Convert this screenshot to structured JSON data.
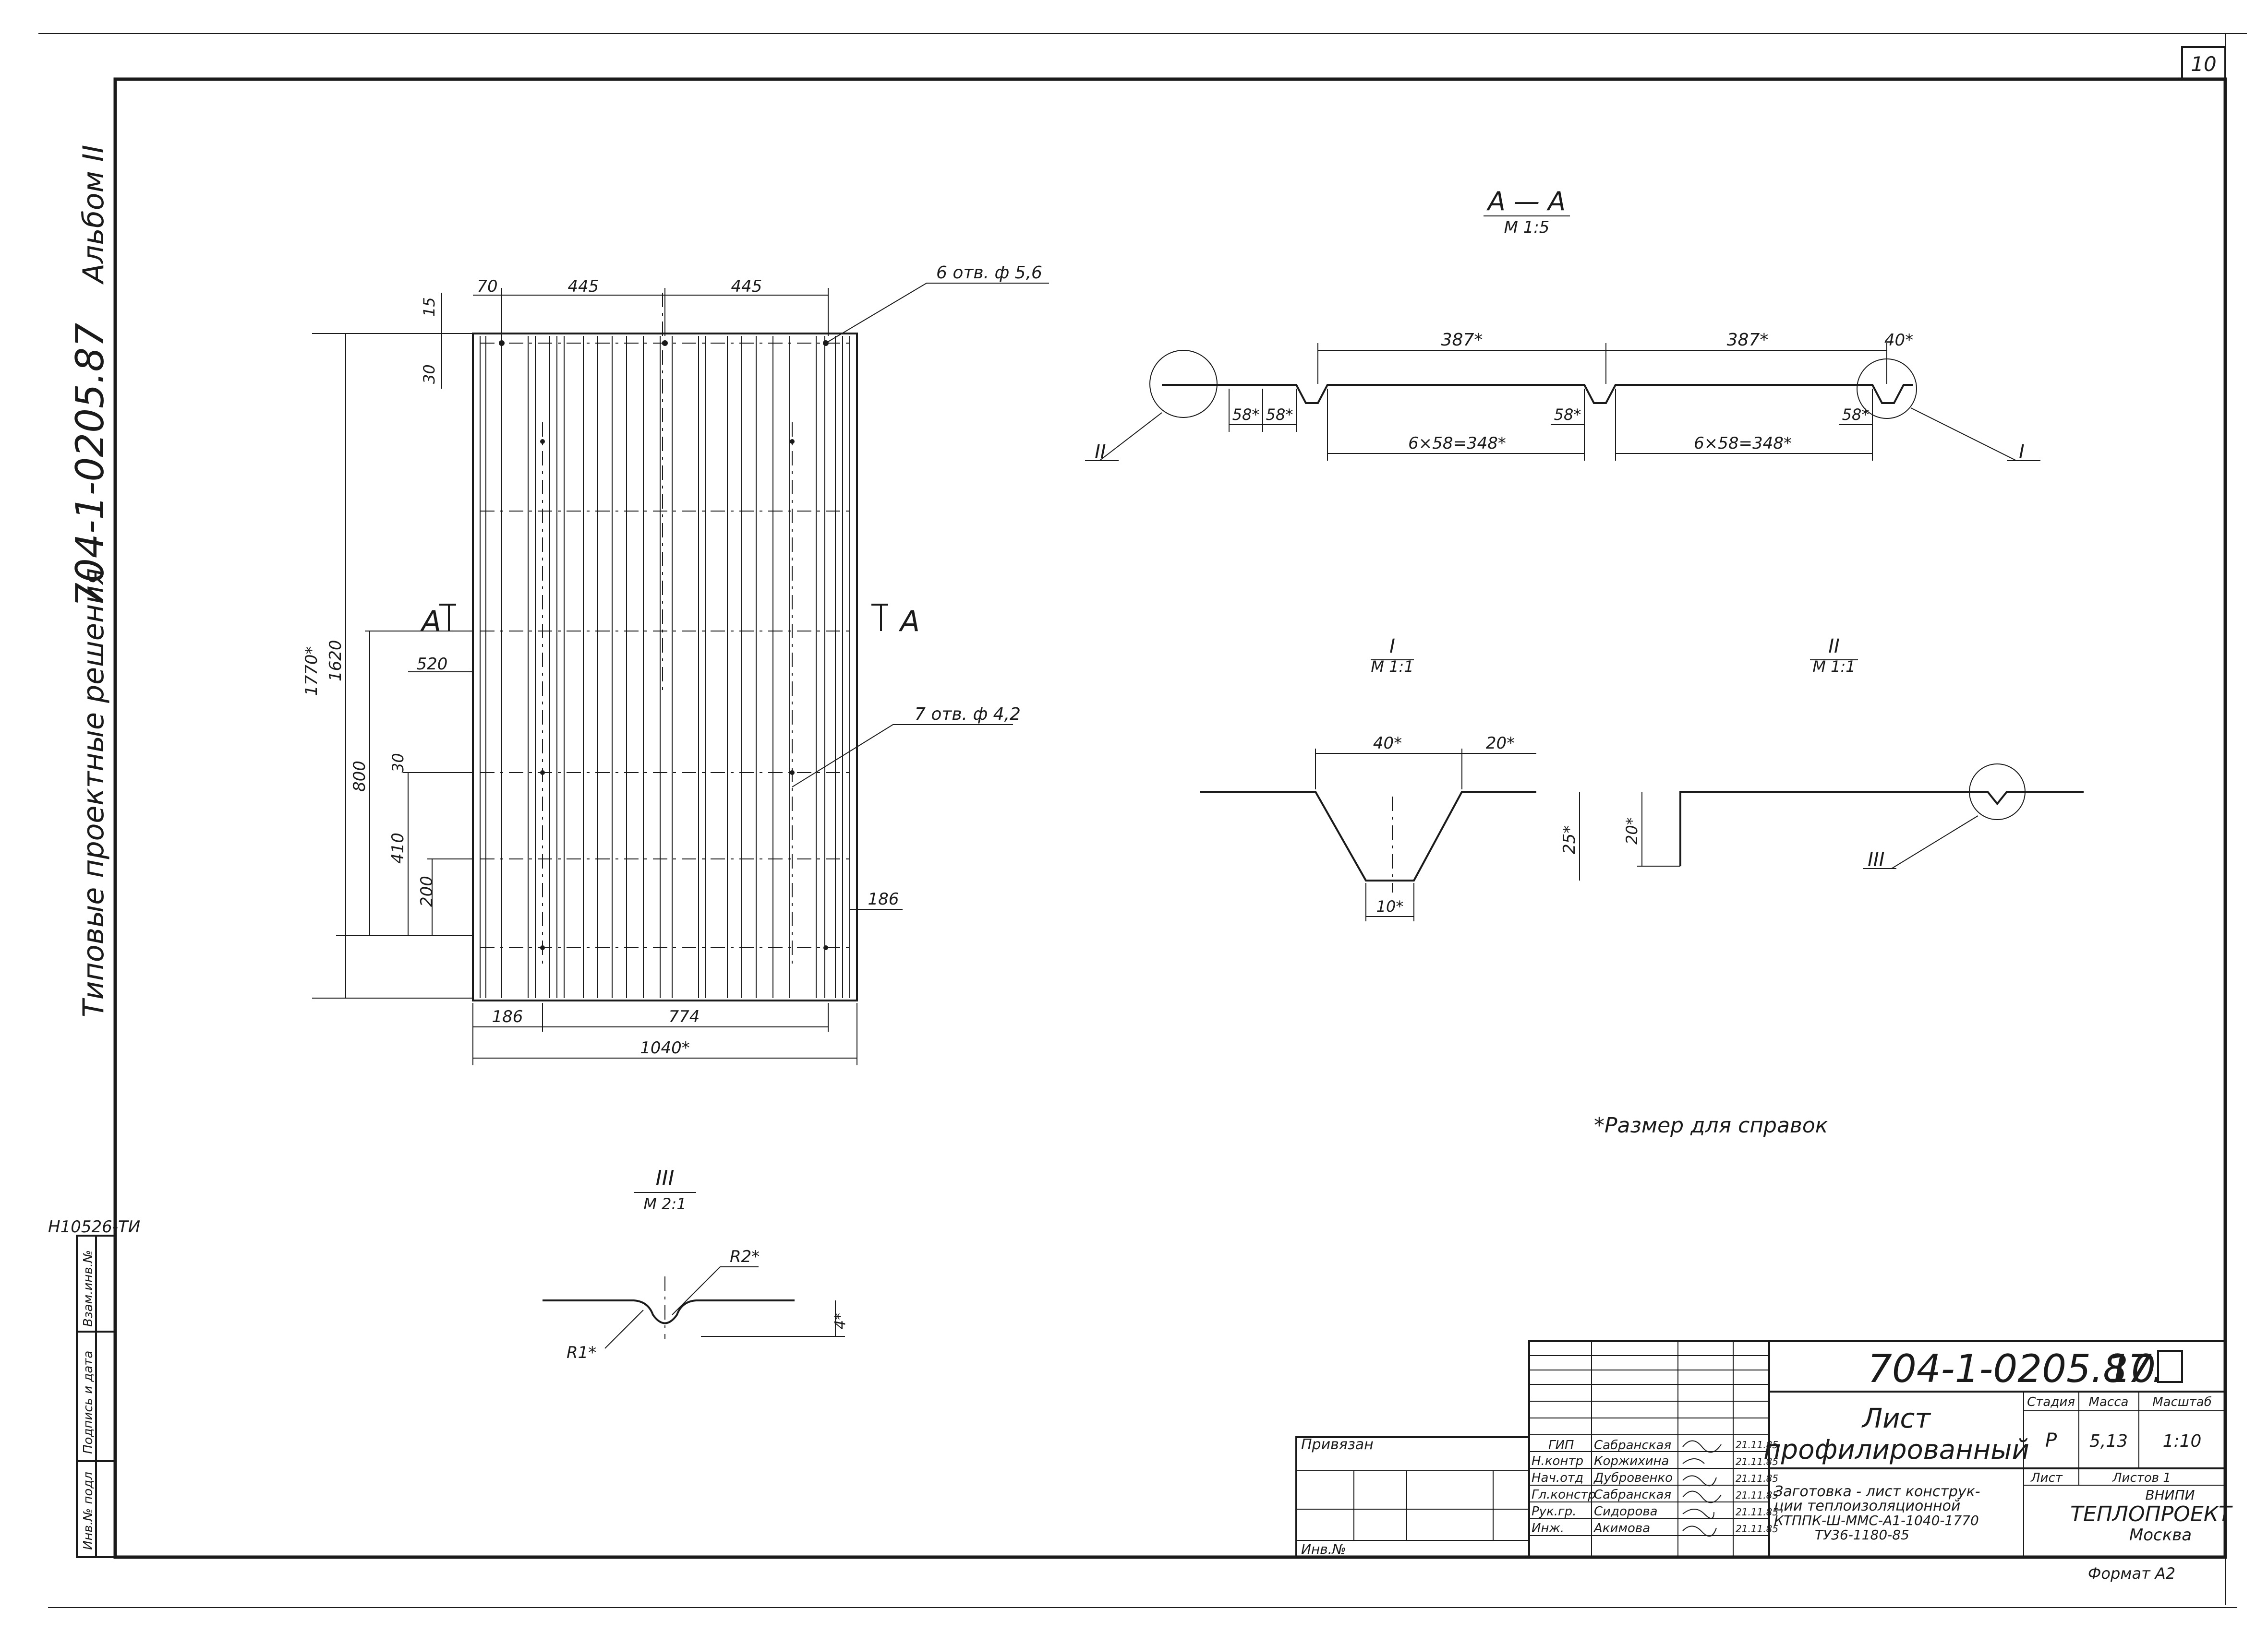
{
  "sheet": {
    "page_number": "10",
    "side_title": "Типовые проектные решения",
    "side_code": "704-1-0205.87",
    "side_album": "Альбом II",
    "archive_no": "H10526-ТИ",
    "side_boxes": [
      "Инв.№ подл",
      "Подпись и дата",
      "Взам.инв.№"
    ],
    "format": "Формат А2"
  },
  "plan": {
    "top_dims": [
      "70",
      "445",
      "445"
    ],
    "top_left_dims": [
      "15",
      "30"
    ],
    "holes_top": "6 отв. ф 5,6",
    "holes_mid": "7 отв. ф 4,2",
    "left_dims": [
      "1770*",
      "1620",
      "800",
      "520",
      "30",
      "410",
      "200"
    ],
    "right_dim": "186",
    "bottom_dims": [
      "186",
      "774",
      "1040*"
    ],
    "section_mark_left": "А",
    "section_mark_right": "А"
  },
  "section_aa": {
    "title": "А — А",
    "scale": "М 1:5",
    "dims_top": [
      "387*",
      "387*",
      "40*"
    ],
    "dims_small": [
      "58*",
      "58*",
      "58*",
      "58*"
    ],
    "dims_bottom": [
      "6×58=348*",
      "6×58=348*"
    ],
    "callout_left": "II",
    "callout_right": "I"
  },
  "detail_1": {
    "title": "I",
    "scale": "М 1:1",
    "dims": [
      "40*",
      "20*",
      "25*",
      "10*"
    ]
  },
  "detail_2": {
    "title": "II",
    "scale": "М 1:1",
    "dims": [
      "20*"
    ],
    "callout": "III"
  },
  "detail_3": {
    "title": "III",
    "scale": "М 2:1",
    "dims": [
      "R2*",
      "R1*",
      "4*"
    ]
  },
  "note": "*Размер для справок",
  "title_block": {
    "doc_code": "704-1-0205.87.",
    "sheet_no": "10",
    "name_line1": "Лист",
    "name_line2": "профилированный",
    "stage_header": "Стадия",
    "mass_header": "Масса",
    "scale_header": "Масштаб",
    "stage": "Р",
    "mass": "5,13",
    "scale": "1:10",
    "sheet_label": "Лист",
    "sheets_label": "Листов 1",
    "description": [
      "Заготовка - лист конструк-",
      "ции теплоизоляционной",
      "КТППК-Ш-ММС-А1-1040-1770",
      "ТУ36-1180-85"
    ],
    "org_line1": "ВНИПИ",
    "org_line2": "ТЕПЛОПРОЕКТ",
    "org_line3": "Москва",
    "bound_label": "Привязан",
    "inv_label": "Инв.№",
    "roles": [
      "ГИП",
      "Н.контр",
      "Нач.отд",
      "Гл.констр",
      "Рук.гр.",
      "Инж."
    ],
    "names": [
      "Сабранская",
      "Коржихина",
      "Дубровенко",
      "Сабранская",
      "Сидорова",
      "Акимова"
    ],
    "dates": [
      "21.11.85",
      "21.11.85",
      "21.11.85",
      "21.11.85",
      "21.11.85",
      "21.11.85"
    ]
  }
}
